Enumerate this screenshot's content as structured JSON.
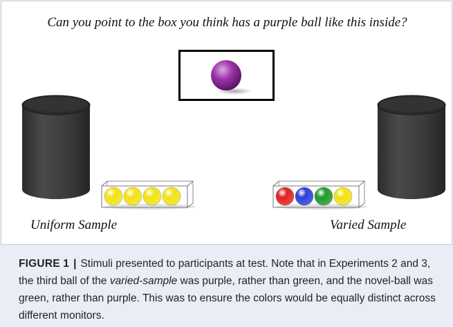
{
  "figure": {
    "question": "Can you point to the box you think has a purple ball like this inside?",
    "novel_ball_color": "#8a2a96",
    "uniform_label": "Uniform Sample",
    "varied_label": "Varied Sample",
    "uniform_balls": [
      "yellow",
      "yellow",
      "yellow",
      "yellow"
    ],
    "varied_balls": [
      "red",
      "blue",
      "green",
      "yellow"
    ],
    "ball_colors": {
      "yellow": "#f2e213",
      "red": "#e0201c",
      "blue": "#2a3fd8",
      "green": "#1f9a2a",
      "purple": "#8a2a96"
    },
    "canister_color": "#3b3b3b"
  },
  "caption": {
    "label": "FIGURE 1",
    "separator": "|",
    "text_part1": "Stimuli presented to participants at test. Note that in Experiments 2 and 3, the third ball of the",
    "text_italic": "varied-sample",
    "text_part2": "was purple, rather than green, and the novel-ball was green, rather than purple. This was to ensure the colors would be equally distinct across different monitors."
  }
}
